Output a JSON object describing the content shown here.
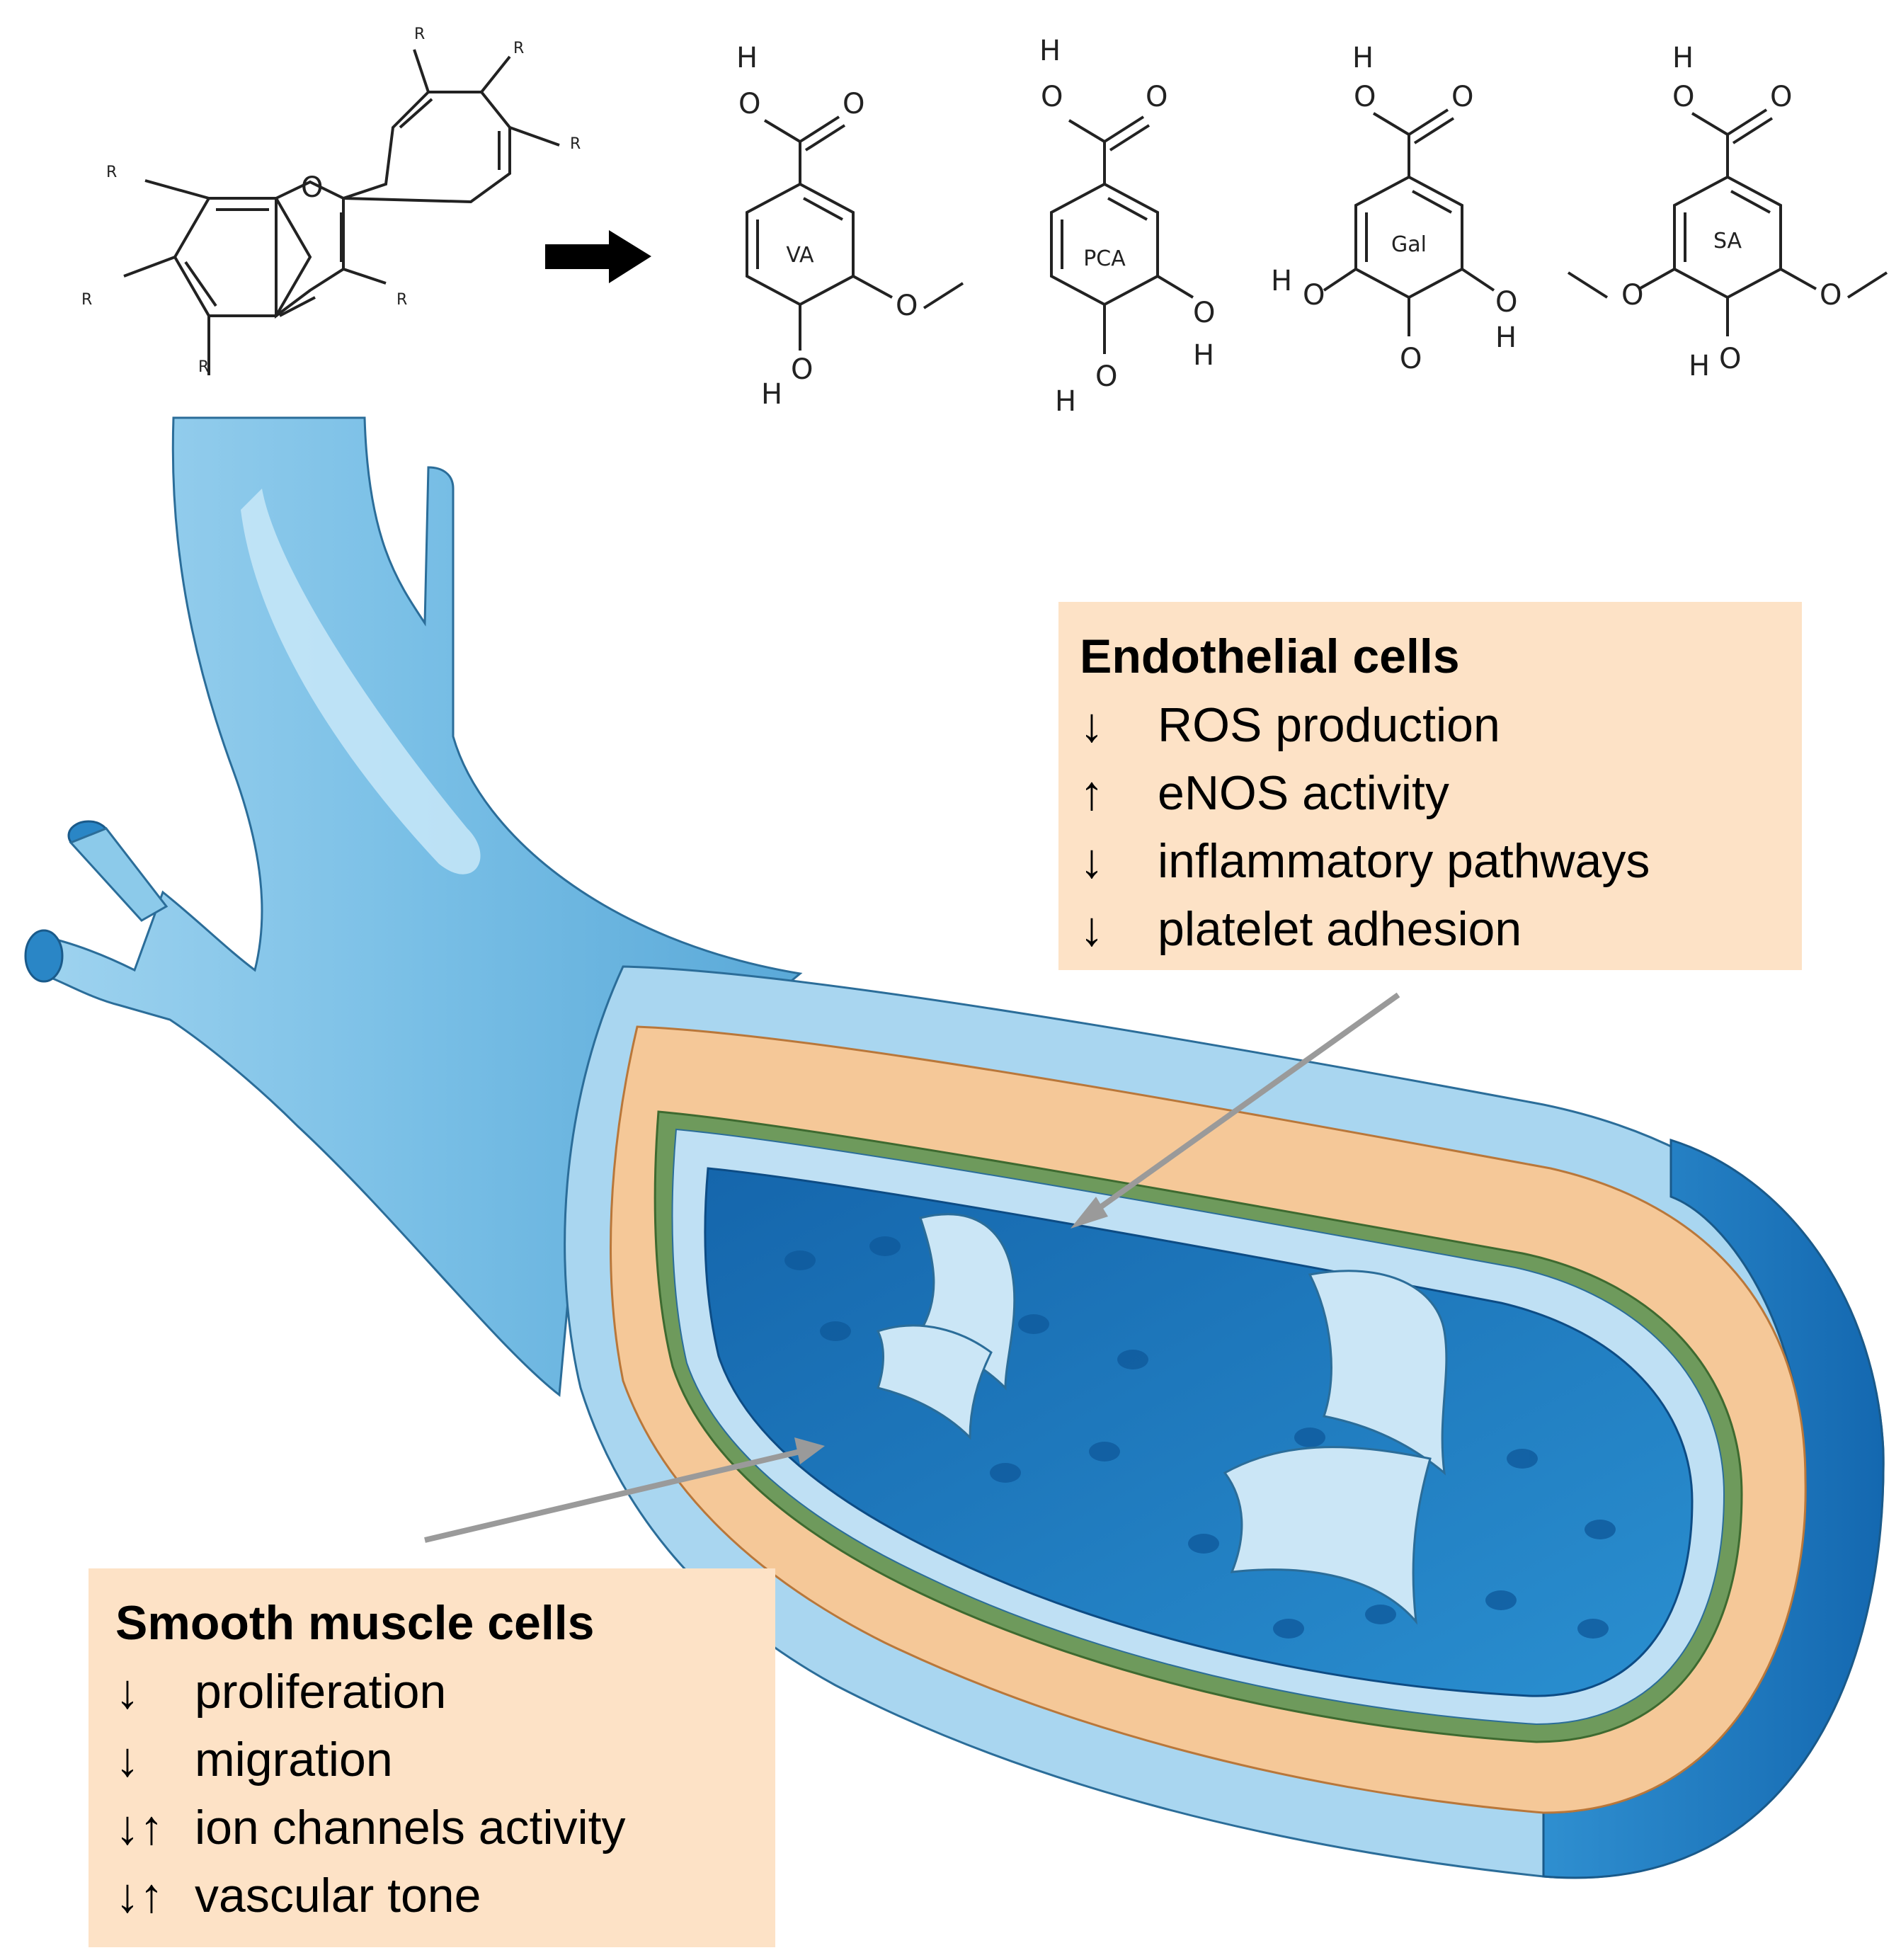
{
  "chemistry": {
    "r_group": "R",
    "hydrogen": "H",
    "oxygen": "O",
    "compounds": [
      {
        "abbr": "VA"
      },
      {
        "abbr": "PCA"
      },
      {
        "abbr": "Gal"
      },
      {
        "abbr": "SA"
      }
    ]
  },
  "colors": {
    "annotation_fill": "#fde2c6",
    "vessel_blue": "#7fc4e8",
    "lumen_blue": "#1d7fc4",
    "media_orange": "#f5c898",
    "intima_green": "#6e9a5c",
    "pointer_gray": "#9a9a9a"
  },
  "endothelial": {
    "title": "Endothelial cells",
    "effects": [
      {
        "arrow": "↓",
        "text": "ROS production"
      },
      {
        "arrow": "↑",
        "text": "eNOS activity"
      },
      {
        "arrow": "↓",
        "text": "inflammatory pathways"
      },
      {
        "arrow": "↓",
        "text": "platelet adhesion"
      }
    ]
  },
  "smooth_muscle": {
    "title": "Smooth muscle cells",
    "effects": [
      {
        "arrow": "↓",
        "text": "proliferation"
      },
      {
        "arrow": "↓",
        "text": "migration"
      },
      {
        "arrow": "↓↑",
        "text": "ion channels activity"
      },
      {
        "arrow": "↓↑",
        "text": "vascular tone"
      }
    ]
  }
}
